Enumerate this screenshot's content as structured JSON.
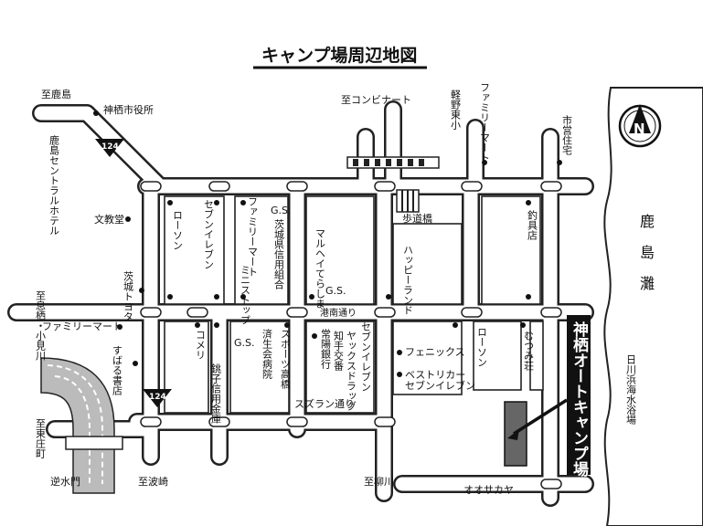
{
  "title": "キャンプ場周辺地図",
  "route_number": "124",
  "route_number_2": "124",
  "compass": "N",
  "labels": {
    "to_kashima": "至鹿島",
    "city_hall": "神栖市役所",
    "to_convenience": "至コンビナート",
    "karuno_higashi": "軽野東小",
    "familymart_top": "ファミリーマート",
    "city_housing": "市営住宅",
    "kashima_central_hotel": "鹿島セントラルホテル",
    "bunkyodo": "文教堂",
    "lawson_1": "ローソン",
    "seven_eleven_1": "セブンイレブン",
    "familymart_2": "ファミリーマート",
    "gs_1": "G.S.",
    "ibaraki_shinyo": "茨城県信用組合",
    "ministop": "ミニストップ",
    "maruhei": "マルヘイてらしま",
    "gs_2": "G.S.",
    "happy_land": "ハッピーランド",
    "footbridge": "歩道橋",
    "tsurigu": "釣具店",
    "ibaraki_toyota": "茨城トヨタ",
    "to_ikisu": "至息栖・小見川",
    "harbor_south": "港南通り",
    "familymart_3": "ファミリーマート",
    "gs_3": "G.S.",
    "saiseikai": "済生会病院",
    "komeri": "コメリ",
    "choshi_shinkin": "銚子信用金庫",
    "sports_takahashi": "スポーツ高橋",
    "joyo_bank": "常陽銀行",
    "chite_koban": "知手交番",
    "yakkusu": "ヤックスドラッグ",
    "seven_eleven_2": "セブンイレブン",
    "phoenix": "フェニックス",
    "best_riker": "ベストリカー",
    "seven_eleven_3": "セブンイレブン",
    "lawson_2": "ローソン",
    "mutsumi": "むつみ荘",
    "subaru": "すばる書店",
    "suzuran": "スズラン通り",
    "to_higashisho": "至東庄町",
    "gyakusuimon": "逆水門",
    "to_hasaki": "至波崎",
    "to_yanagawa": "至柳川",
    "oosakaya": "オオサカヤ",
    "campsite": "神栖オートキャンプ場",
    "sea_1": "鹿",
    "sea_2": "島",
    "sea_3": "灘",
    "beach": "日川浜海水浴場"
  },
  "colors": {
    "ink": "#111111",
    "road_outline": "#222222",
    "background": "#ffffff",
    "campsite_fill": "#555555"
  }
}
